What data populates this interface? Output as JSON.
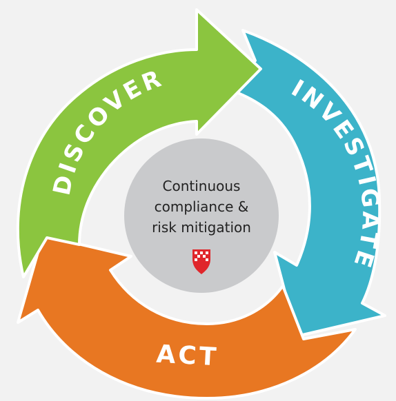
{
  "diagram": {
    "stages": [
      {
        "label": "DISCOVER",
        "color": "#8bc53f"
      },
      {
        "label": "INVESTIGATE",
        "color": "#3cb3c9"
      },
      {
        "label": "ACT",
        "color": "#e87722"
      }
    ],
    "center": {
      "line1": "Continuous",
      "line2": "compliance &",
      "line3": "risk mitigation",
      "color": "#c9cacc",
      "icon": "shield-icon",
      "icon_color": "#e0262b"
    },
    "background": "#f2f2f2"
  }
}
